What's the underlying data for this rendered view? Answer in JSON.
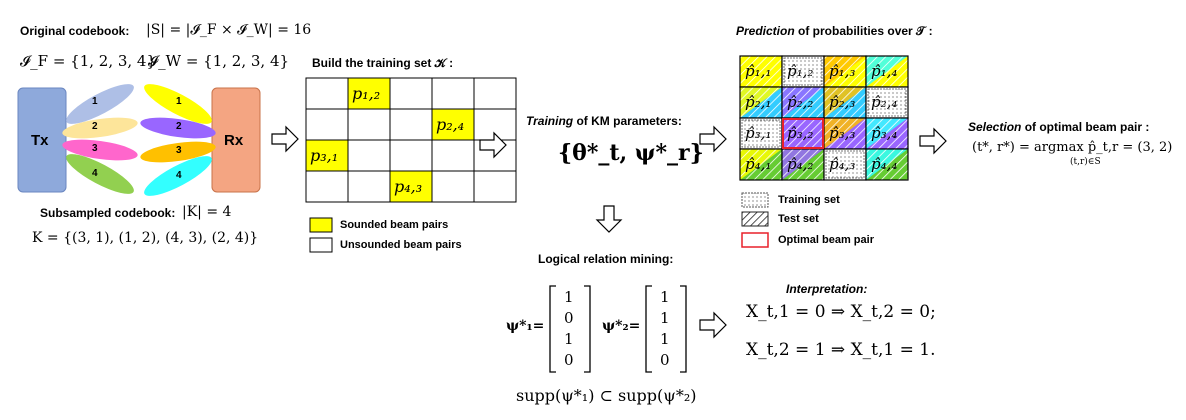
{
  "codebook": {
    "title": "Original codebook:",
    "size_formula": "|S| = |𝓘_F × 𝓘_W| = 16",
    "IF": "𝓘_F = {1, 2, 3, 4}",
    "IW": "𝓘_W = {1, 2, 3, 4}"
  },
  "beams": {
    "tx_label": "Tx",
    "rx_label": "Rx",
    "tx_beams": [
      "1",
      "2",
      "3",
      "4"
    ],
    "rx_beams": [
      "1",
      "2",
      "3",
      "4"
    ],
    "colors": {
      "tx_box": "#8ea9db",
      "rx_box": "#f4a582",
      "beam1": "#aebfe6",
      "beam2": "#fde59a",
      "beam3": "#ff66cc",
      "beam4": "#92d050",
      "rx1": "#ffff00",
      "rx2": "#9966ff",
      "rx3": "#ffc000",
      "rx4": "#33ffff"
    }
  },
  "subsampled": {
    "title": "Subsampled codebook:",
    "size": "|K| = 4",
    "set": "K = {(3, 1), (1, 2), (4, 3), (2, 4)}"
  },
  "training_set": {
    "title": "Build the training set 𝒦 :",
    "cells": [
      {
        "row": 1,
        "col": 2,
        "label": "p₁,₂"
      },
      {
        "row": 2,
        "col": 4,
        "label": "p₂,₄"
      },
      {
        "row": 3,
        "col": 1,
        "label": "p₃,₁"
      },
      {
        "row": 4,
        "col": 3,
        "label": "p₄,₃"
      }
    ],
    "legend_sounded": "Sounded beam pairs",
    "legend_unsounded": "Unsounded beam pairs",
    "sounded_color": "#ffff00"
  },
  "training": {
    "title_bold": "Training",
    "title_rest": " of KM parameters:",
    "params": "{θ*_t, ψ*_r}"
  },
  "prediction": {
    "title_bold": "Prediction",
    "title_rest": " of probabilities over 𝒯 :",
    "grid_labels": [
      [
        "p̂₁,₁",
        "p̂₁,₂",
        "p̂₁,₃",
        "p̂₁,₄"
      ],
      [
        "p̂₂,₁",
        "p̂₂,₂",
        "p̂₂,₃",
        "p̂₂,₄"
      ],
      [
        "p̂₃,₁",
        "p̂₃,₂",
        "p̂₃,₃",
        "p̂₃,₄"
      ],
      [
        "p̂₄,₁",
        "p̂₄,₂",
        "p̂₄,₃",
        "p̂₄,₄"
      ]
    ],
    "col_colors": [
      "#ffff00",
      "#9966ff",
      "#ffc000",
      "#33ffff"
    ],
    "row_colors": [
      "#ffff00",
      "#33ccff",
      "#9966ff",
      "#66cc33"
    ],
    "legend_training": "Training set",
    "legend_test": "Test set",
    "legend_optimal": "Optimal beam pair",
    "optimal_color": "#e8202a"
  },
  "selection": {
    "title_bold": "Selection",
    "title_rest": " of optimal beam pair :",
    "formula": "(t*, r*) = argmax p̂_t,r = (3, 2)",
    "sub": "(t,r)∈S"
  },
  "logical": {
    "title": "Logical relation mining:",
    "psi1_label": "ψ*₁=",
    "psi1": [
      "1",
      "0",
      "1",
      "0"
    ],
    "psi2_label": "ψ*₂=",
    "psi2": [
      "1",
      "1",
      "1",
      "0"
    ],
    "supp": "supp(ψ*₁) ⊂ supp(ψ*₂)"
  },
  "interpretation": {
    "title": "Interpretation:",
    "line1": "X_t,1 = 0 ⇒ X_t,2 = 0;",
    "line2": "X_t,2 = 1 ⇒ X_t,1 = 1."
  }
}
